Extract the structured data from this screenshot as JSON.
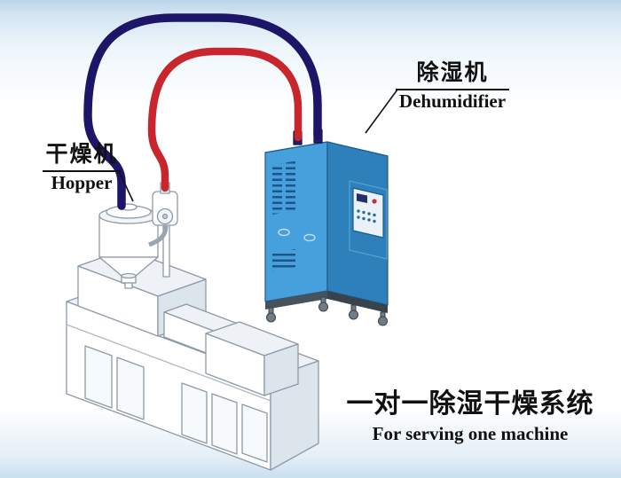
{
  "labels": {
    "hopper": {
      "cn": "干燥机",
      "en": "Hopper"
    },
    "dehumidifier": {
      "cn": "除湿机",
      "en": "Dehumidifier"
    }
  },
  "caption": {
    "cn": "一对一除湿干燥系统",
    "en": "For serving one machine"
  },
  "colors": {
    "pipe_red": "#c9252c",
    "pipe_navy": "#1d1668",
    "cabinet_front": "#45a0dc",
    "cabinet_side": "#2e80bb",
    "cabinet_top": "#6ab5e4",
    "machine_line": "#8d99a6",
    "background_top": "#b9d4e9"
  }
}
